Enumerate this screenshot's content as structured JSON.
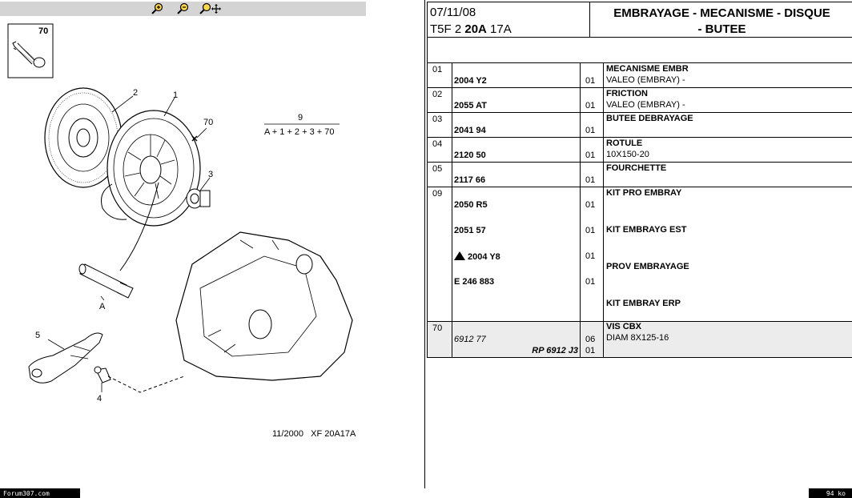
{
  "toolbar": {
    "zoom_in_icon": "zoom-in-icon",
    "zoom_out_icon": "zoom-out-icon",
    "zoom_move_icon": "zoom-move-icon"
  },
  "diagram": {
    "callout_70": "70",
    "callout_1": "1",
    "callout_2": "2",
    "callout_3": "3",
    "callout_4": "4",
    "callout_5": "5",
    "callout_9": "9",
    "callout_A": "A",
    "formula": "A + 1 + 2 + 3 + 70",
    "caption_date": "11/2000",
    "caption_code": "XF 20A17A"
  },
  "header": {
    "date": "07/11/08",
    "code_prefix": "T5F 2 ",
    "code_bold": "20A",
    "code_suffix": " 17A",
    "title_line1": "EMBRAYAGE - MECANISME - DISQUE",
    "title_line2": "- BUTEE"
  },
  "rows": [
    {
      "no": "01",
      "refs": [
        "2004 Y2"
      ],
      "qtys": [
        "01"
      ],
      "designations": [
        "MECANISME EMBR"
      ],
      "subs": [
        "VALEO (EMBRAY) -"
      ]
    },
    {
      "no": "02",
      "refs": [
        "2055 AT"
      ],
      "qtys": [
        "01"
      ],
      "designations": [
        "FRICTION"
      ],
      "subs": [
        "VALEO (EMBRAY) -"
      ]
    },
    {
      "no": "03",
      "refs": [
        "2041 94"
      ],
      "qtys": [
        "01"
      ],
      "designations": [
        "BUTEE DEBRAYAGE"
      ],
      "subs": [
        ""
      ]
    },
    {
      "no": "04",
      "refs": [
        "2120 50"
      ],
      "qtys": [
        "01"
      ],
      "designations": [
        "ROTULE"
      ],
      "subs": [
        "10X150-20"
      ]
    },
    {
      "no": "05",
      "refs": [
        "2117 66"
      ],
      "qtys": [
        "01"
      ],
      "designations": [
        "FOURCHETTE"
      ],
      "subs": [
        ""
      ]
    },
    {
      "no": "09",
      "refs": [
        "2050 R5",
        "2051 57",
        "2004 Y8",
        "E 246 883"
      ],
      "qtys": [
        "01",
        "01",
        "01",
        "01"
      ],
      "designations": [
        "KIT PRO EMBRAY",
        "KIT EMBRAYG EST",
        "PROV EMBRAYAGE",
        "KIT EMBRAY ERP"
      ],
      "subs": [
        "",
        "",
        "",
        ""
      ]
    },
    {
      "no": "70",
      "ref_italic": "6912 77",
      "ref_rp": "RP 6912 J3",
      "qty1": "06",
      "qty2": "01",
      "designation": "VIS CBX",
      "sub": "DIAM 8X125-16"
    }
  ],
  "footer": {
    "left": "Forum307.com",
    "right": "94 ko"
  }
}
